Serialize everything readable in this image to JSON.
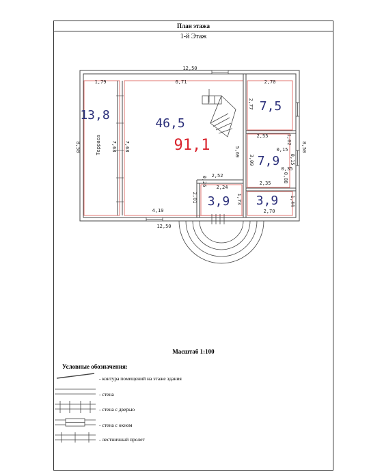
{
  "header": {
    "title": "План этажа",
    "floor": "1-й Этаж"
  },
  "plan": {
    "dims": {
      "top_total": "12,50",
      "bottom_total": "12,50",
      "left_height": "8,50",
      "right_height": "8,50",
      "top_left": "1,79",
      "top_mid": "6,71",
      "top_right": "2,70",
      "terrace_h1": "7,68",
      "terrace_h2": "7,68",
      "bottom_left": "4,19",
      "room_r1_h": "2,77",
      "room_r2_w": "2,55",
      "d_0_15a": "0,15",
      "d_0_15b": "0,15",
      "d_1_02": "1,02",
      "d_0_35": "0,35",
      "d_0_88": "0,88",
      "d_3_09": "3,09",
      "d_5_69": "5,69",
      "d_2_35": "2,35",
      "d_2_52": "2,52",
      "d_0_26": "0,26",
      "d_2_24": "2,24",
      "d_2_01": "2,01",
      "d_1_73": "1,73",
      "d_1_44": "1,44",
      "d_2_70b": "2,70"
    },
    "terrace_label": "Терраса",
    "areas": {
      "terrace": "13,8",
      "main": "46,5",
      "total": "91,1",
      "top_right": "7,5",
      "mid_right": "7,9",
      "bottom_mid": "3,9",
      "bottom_right": "3,9"
    }
  },
  "scale": "Масштаб 1:100",
  "legend": {
    "title": "Условные обозначения:",
    "items": [
      "- контура помещений на этаже здания",
      "- стена",
      "- стена с дверью",
      "- стена с окном",
      "- лестничный пролет"
    ]
  },
  "colors": {
    "wall": "#444444",
    "contour": "#d9534f",
    "area_text": "#2b2f7a",
    "total_text": "#d9232d"
  }
}
